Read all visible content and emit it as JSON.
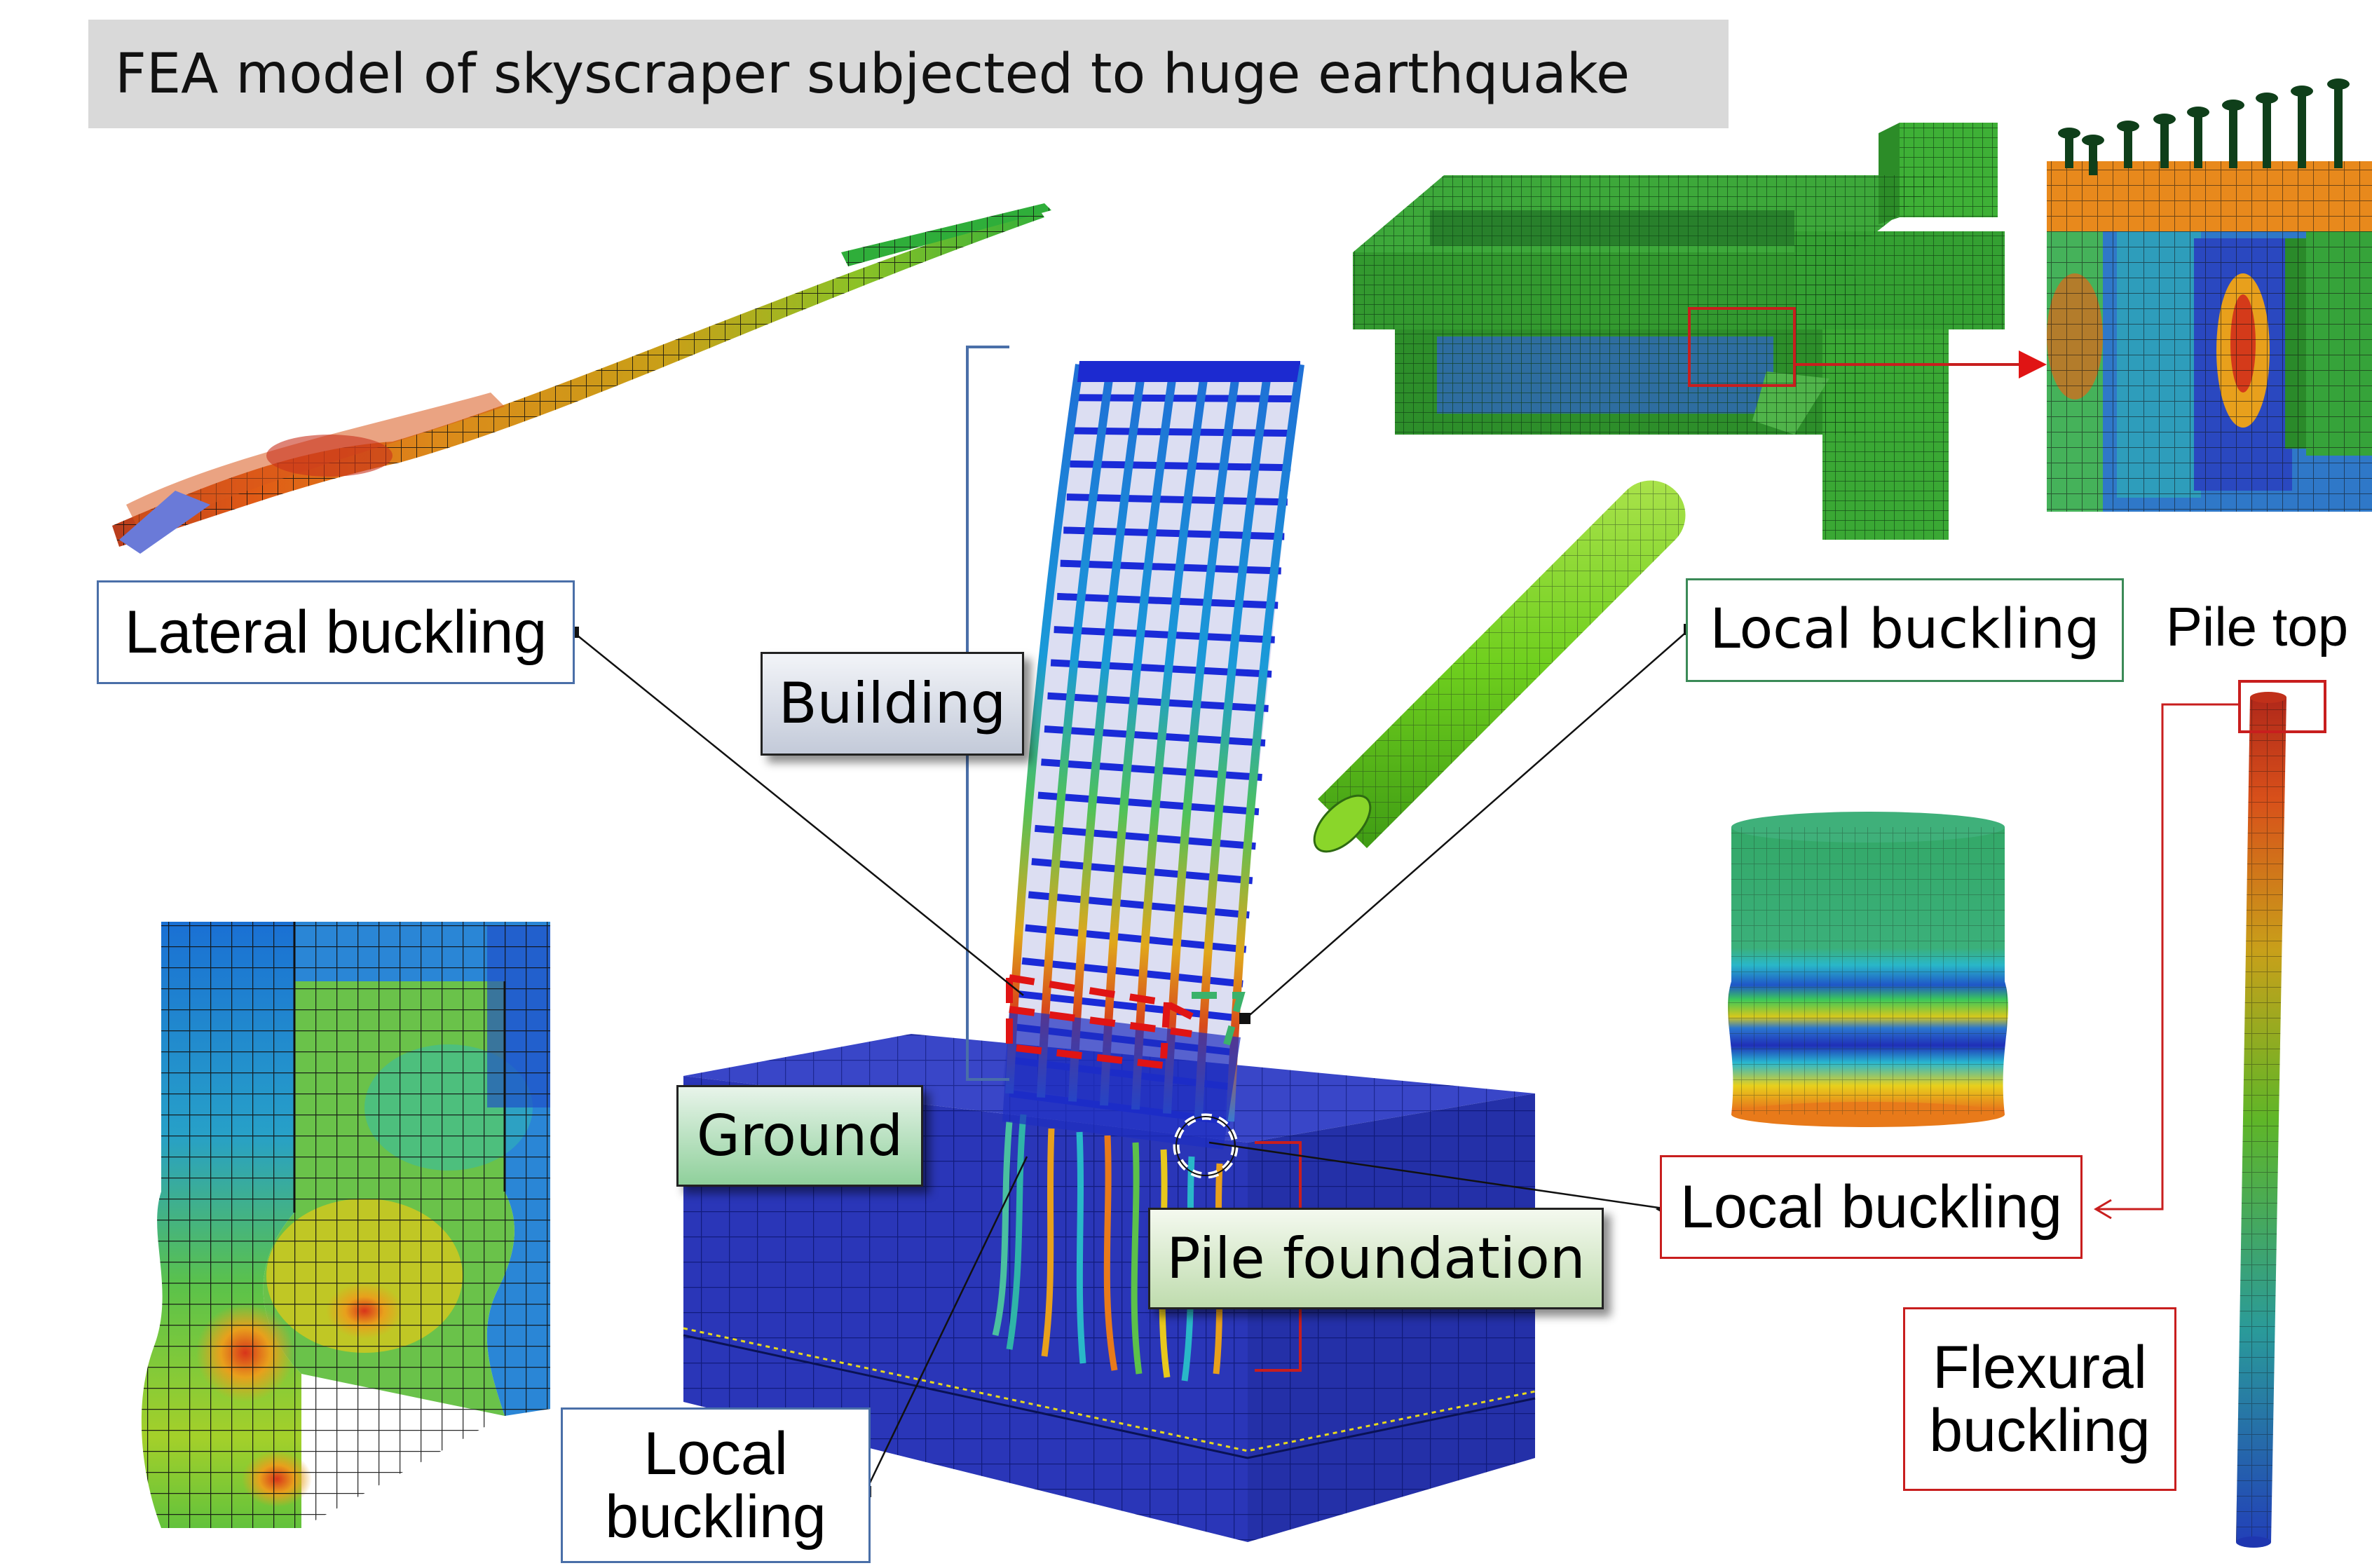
{
  "title": "FEA model of skyscraper subjected to huge earthquake",
  "labels": {
    "lateral_buckling": "Lateral buckling",
    "building": "Building",
    "local_buckling_top": "Local buckling",
    "pile_top": "Pile top",
    "ground": "Ground",
    "pile_foundation": "Pile foundation",
    "local_buckling_right": "Local buckling",
    "local_buckling_bottom_line1": "Local",
    "local_buckling_bottom_line2": "buckling",
    "flexural_buckling_line1": "Flexural",
    "flexural_buckling_line2": "buckling"
  },
  "colors": {
    "mesh_blue": "#2438c8",
    "ground_blue": "#2a36b8",
    "stress_green": "#2fae3a",
    "stress_red": "#d42a1a",
    "callout_red": "#c81e1e",
    "callout_green": "#3b8a57",
    "callout_blue": "#4a6fa8"
  }
}
